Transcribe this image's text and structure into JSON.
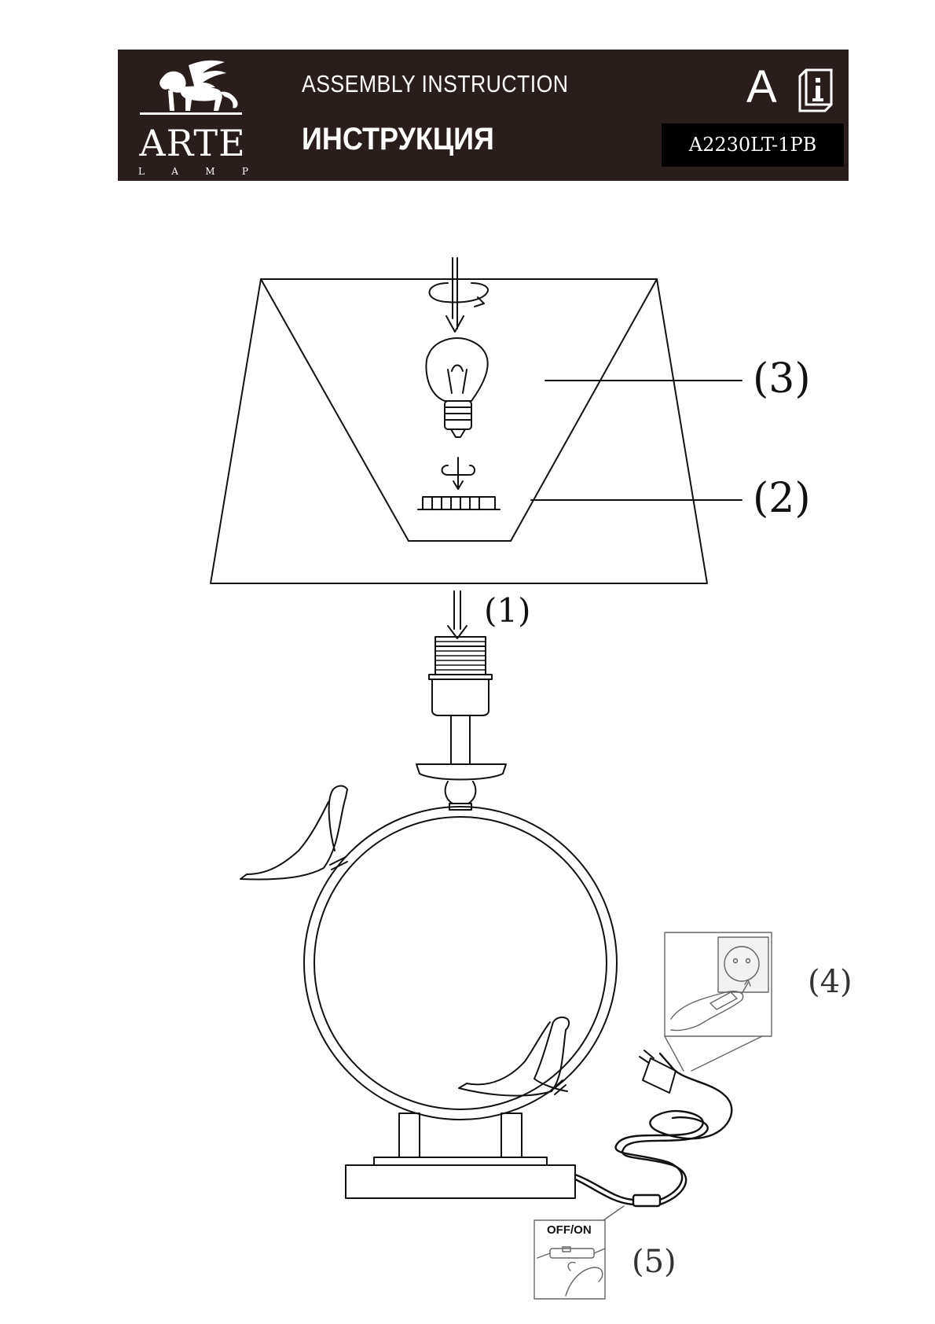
{
  "header": {
    "brand": "ARTE",
    "brand_sub": [
      "L",
      "A",
      "M",
      "P"
    ],
    "title_en": "ASSEMBLY INSTRUCTION",
    "title_ru": "ИНСТРУКЦИЯ",
    "language_letter": "A",
    "model": "A2230LT-1PB",
    "colors": {
      "banner": "#2a1e1c",
      "model_box": "#000000",
      "text": "#ffffff"
    }
  },
  "callouts": {
    "step1": "(1)",
    "step2": "(2)",
    "step3": "(3)",
    "step4": "(4)",
    "step5": "(5)"
  },
  "switch_inset": {
    "label": "OFF/ON"
  },
  "icons": [
    "winged-lion-logo-icon",
    "manual-info-icon",
    "rotate-arrow-icon",
    "down-arrow-icon",
    "light-bulb-icon",
    "socket-ring-icon"
  ]
}
